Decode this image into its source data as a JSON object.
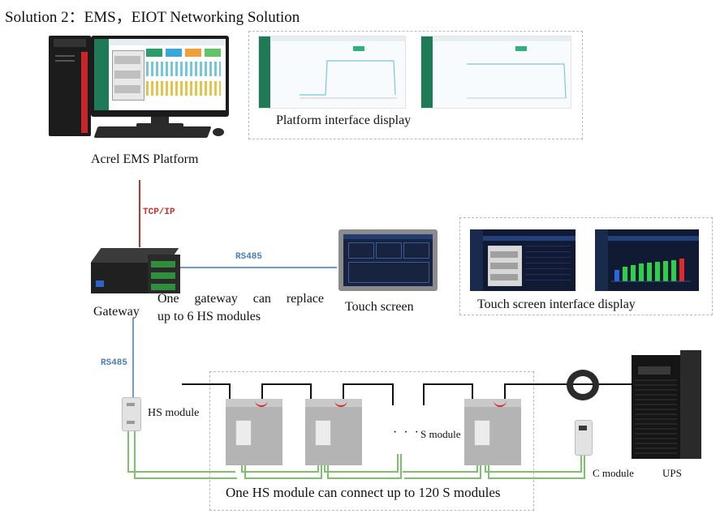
{
  "title": "Solution 2：EMS，EIOT Networking Solution",
  "labels": {
    "platform": "Acrel EMS Platform",
    "platform_display": "Platform interface display",
    "tcpip": "TCP/IP",
    "rs485_top": "RS485",
    "rs485_left": "RS485",
    "gateway": "Gateway",
    "gateway_note_line1": "One gateway can replace",
    "gateway_note_line2": "up to 6 HS modules",
    "touch_screen": "Touch screen",
    "touch_display": "Touch screen interface display",
    "hs_module": "HS module",
    "s_module": "S module",
    "dots": "· · ·",
    "c_module": "C module",
    "ups": "UPS",
    "bottom_note": "One HS module can connect up to 120 S modules"
  },
  "colors": {
    "tcp_line": "#c0312b",
    "rs485_line": "#6a9ed0",
    "green_wire": "#7cc26a",
    "dash_border": "#b9b9b9",
    "screen_dark": "#101b33",
    "chart_green": "#2bd14a",
    "chart_red": "#e02a2a",
    "chart_blue": "#2a66e0"
  }
}
